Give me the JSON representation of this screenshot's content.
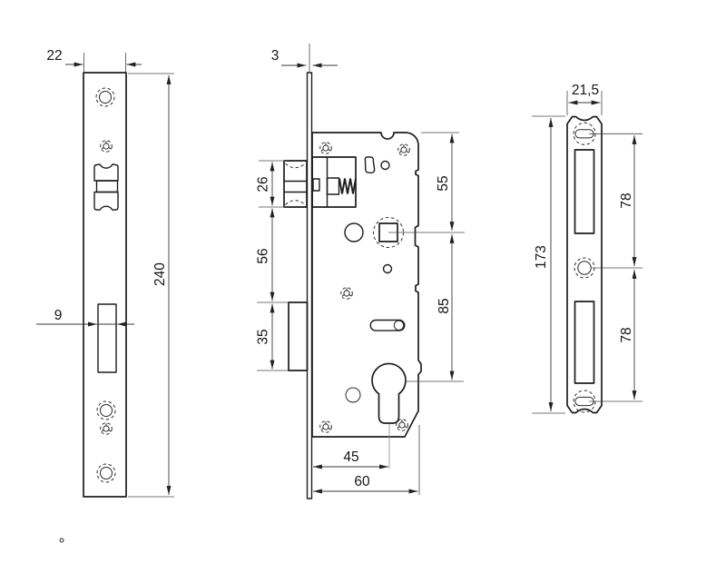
{
  "drawing": {
    "type": "mortise-lock-technical-drawing",
    "line_color": "#1d1d1d",
    "dim_color": "#383838",
    "background": "#ffffff"
  },
  "dims": {
    "faceplate": {
      "width": "22",
      "height": "240",
      "deadbolt_cutout_width": "9"
    },
    "body": {
      "plate_thickness": "3",
      "latch_height": "26",
      "latch_to_deadbolt": "56",
      "deadbolt_height": "35",
      "top_to_spindle": "55",
      "spindle_to_cylinder": "85",
      "backset": "45",
      "depth": "60"
    },
    "strike": {
      "width": "21,5",
      "height": "173",
      "upper_hole_spacing": "78",
      "lower_hole_spacing": "78"
    }
  }
}
